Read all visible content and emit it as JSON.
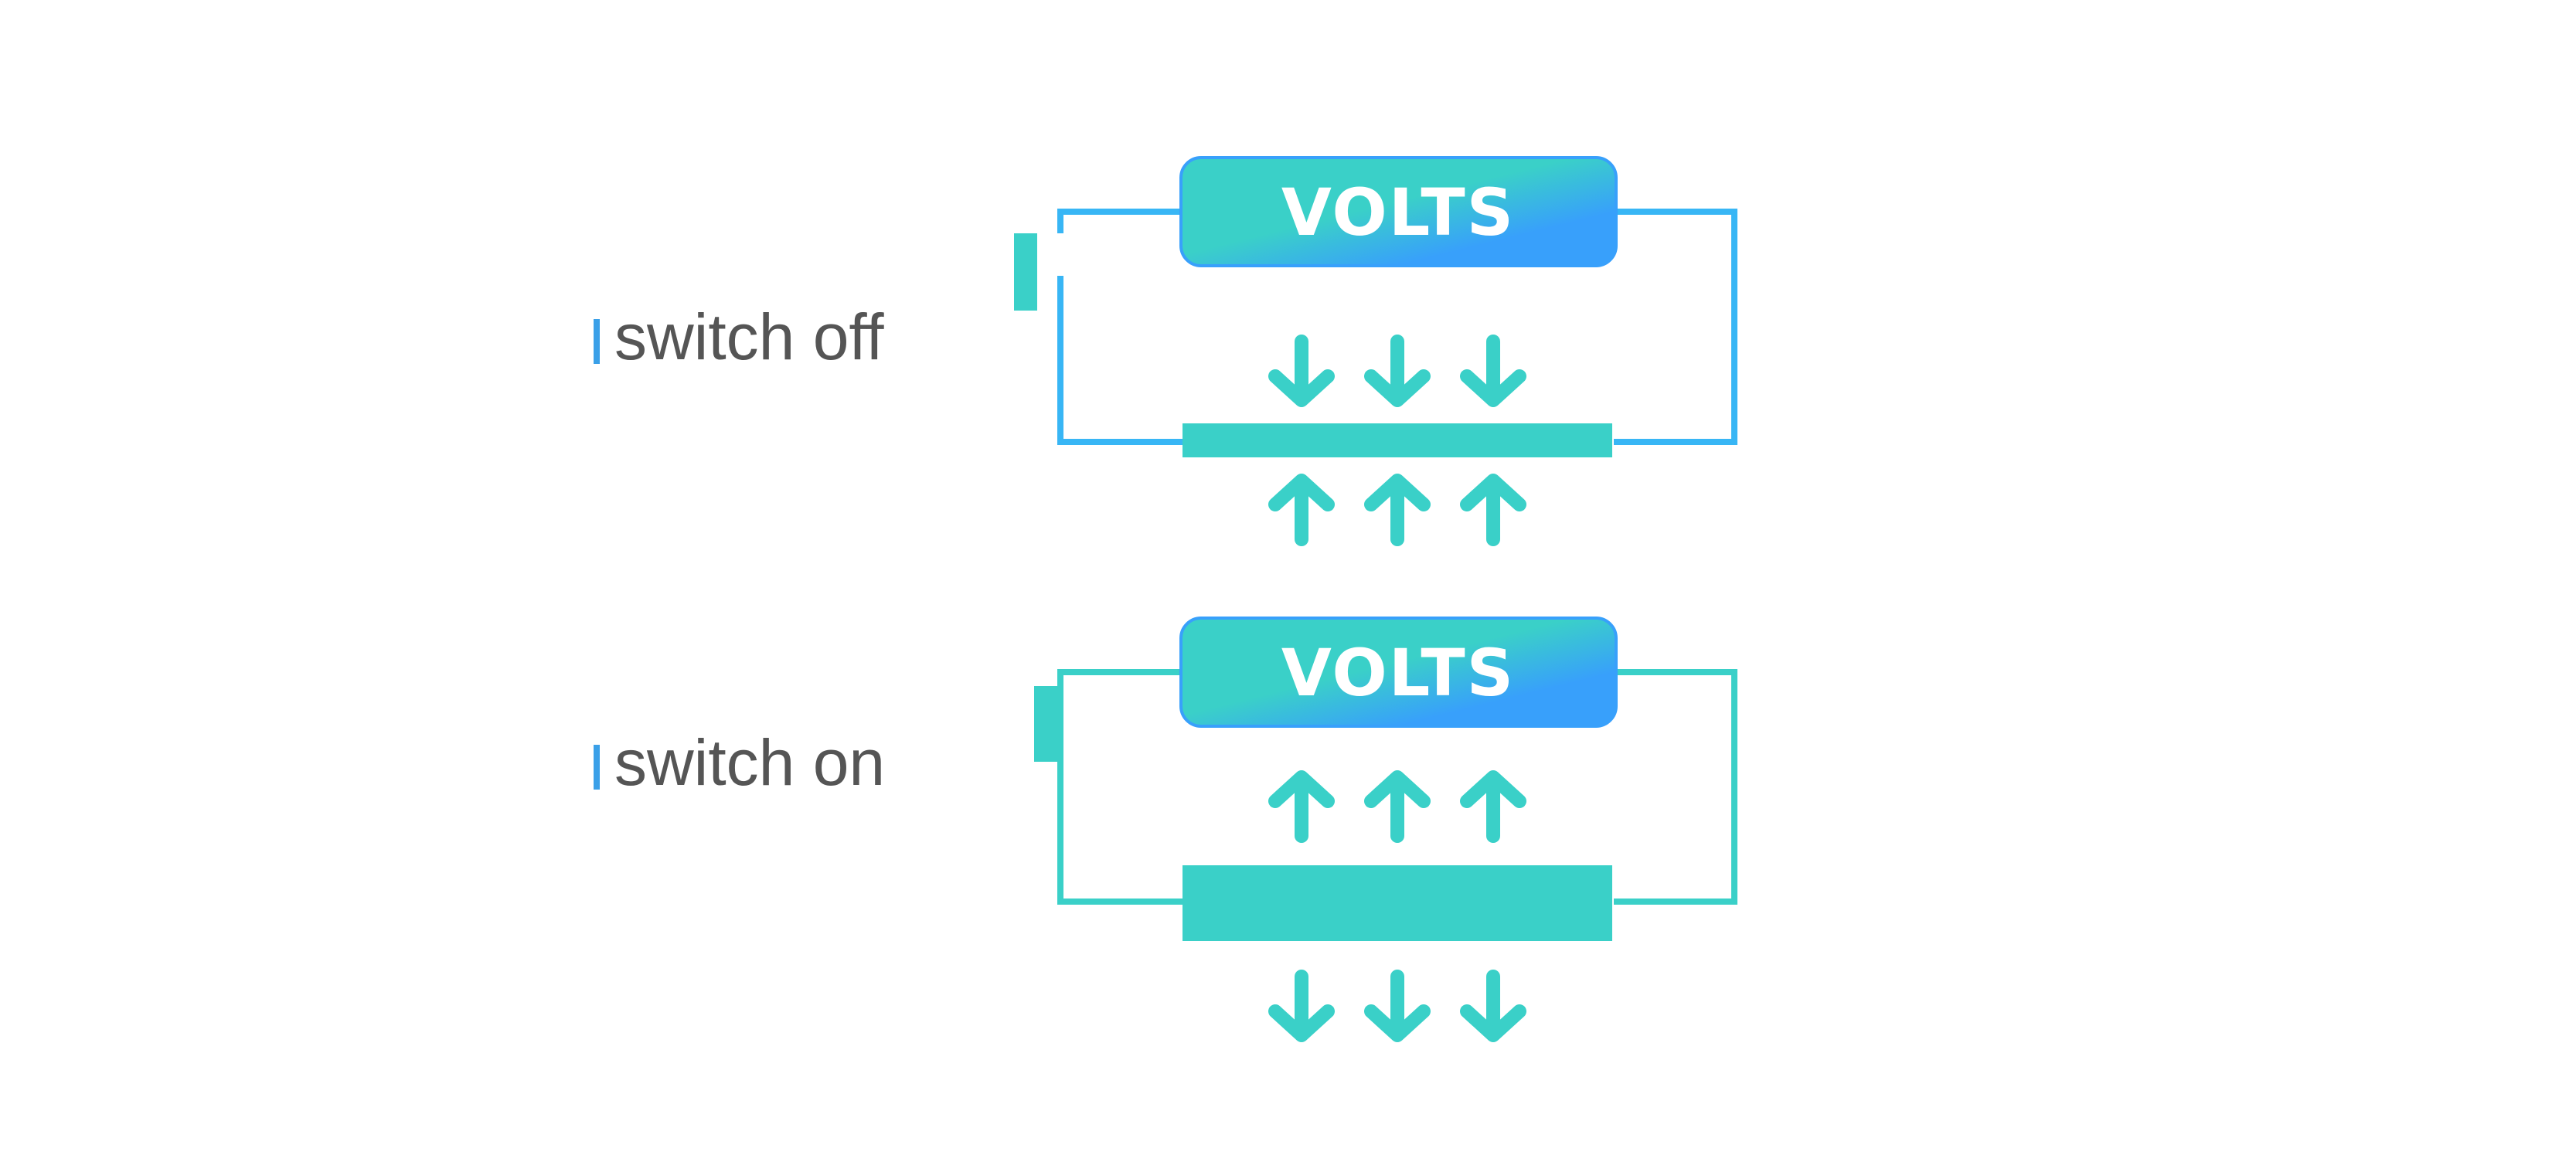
{
  "diagrams": [
    {
      "label": "switch off",
      "source_label": "VOLTS",
      "wire_color": "#38b6f5",
      "switch_state": "off",
      "plate_state": "thin",
      "arrows_above_plate": "down",
      "arrows_below_plate": "up"
    },
    {
      "label": "switch on",
      "source_label": "VOLTS",
      "wire_color": "#3ad0c8",
      "switch_state": "on",
      "plate_state": "thick",
      "arrows_above_plate": "up",
      "arrows_below_plate": "down"
    }
  ],
  "colors": {
    "accent_teal": "#3ad0c8",
    "accent_blue": "#38a0fb",
    "label_text": "#555555",
    "marker": "#3aa0e8"
  }
}
